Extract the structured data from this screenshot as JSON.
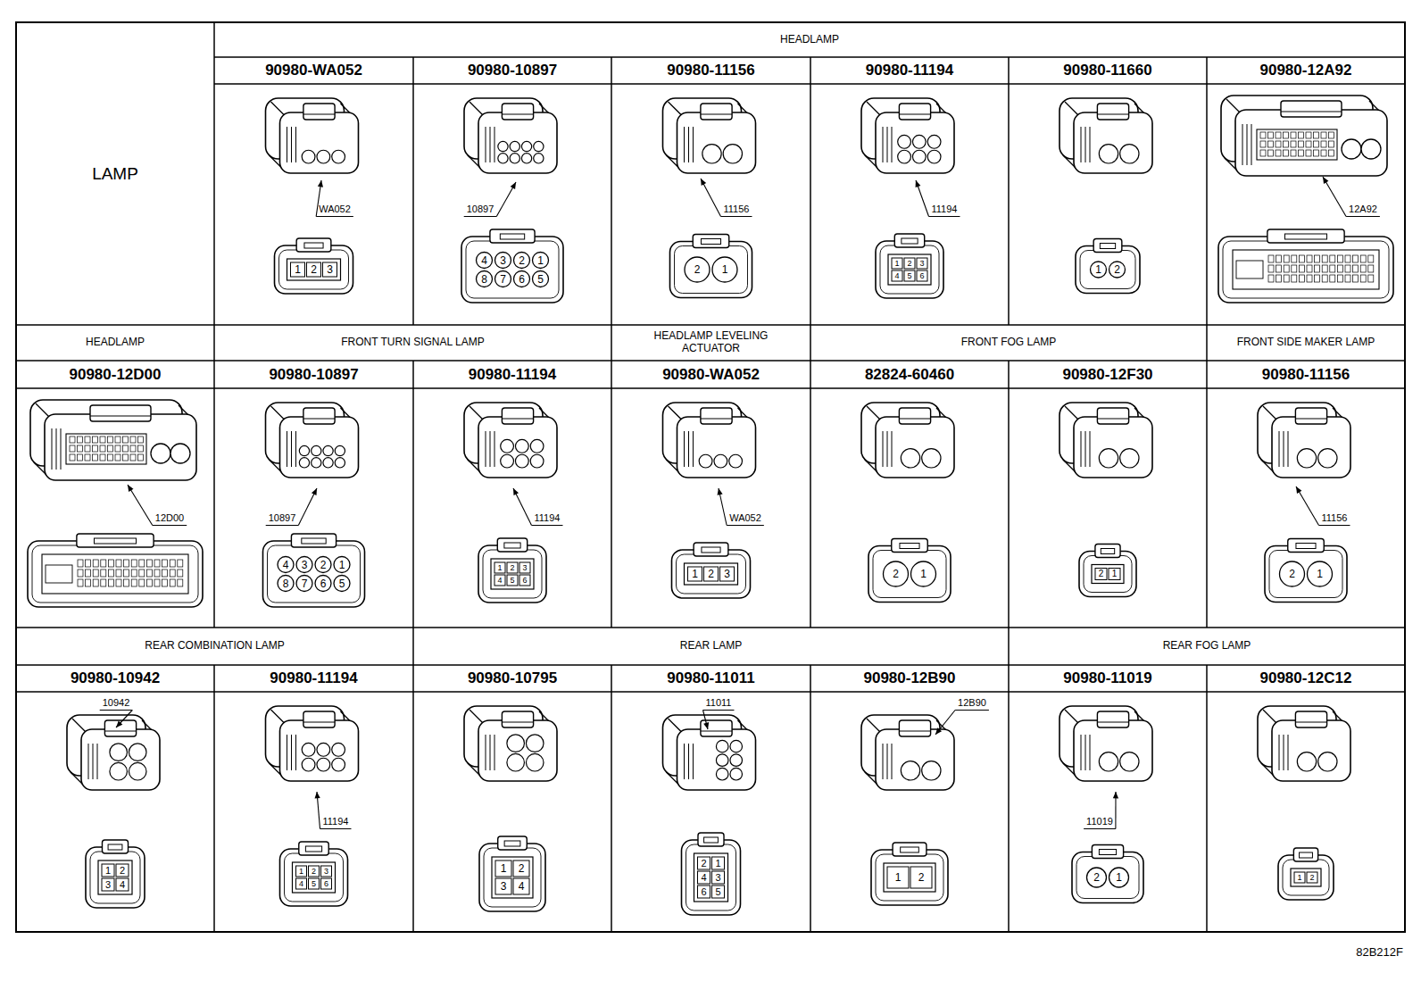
{
  "diagram": {
    "nodes": [
      {
        "text": [
          "LAMP"
        ]
      },
      {
        "text": [
          "HEADLAMP"
        ]
      },
      {
        "text": [
          "90980-WA052"
        ]
      },
      {
        "text": [
          "90980-10897"
        ]
      },
      {
        "text": [
          "90980-11156"
        ]
      },
      {
        "text": [
          "90980-11194"
        ]
      },
      {
        "text": [
          "90980-11660"
        ]
      },
      {
        "text": [
          "90980-12A92"
        ]
      },
      {
        "text": [
          "HEADLAMP"
        ]
      },
      {
        "text": [
          "FRONT TURN SIGNAL LAMP"
        ]
      },
      {
        "text": [
          "HEADLAMP LEVELING ACTUATOR"
        ]
      },
      {
        "text": [
          "FRONT FOG LAMP"
        ]
      },
      {
        "text": [
          "FRONT SIDE MAKER LAMP"
        ]
      },
      {
        "text": [
          "90980-12D00"
        ]
      },
      {
        "text": [
          "90980-10897"
        ]
      },
      {
        "text": [
          "90980-11194"
        ]
      },
      {
        "text": [
          "90980-WA052"
        ]
      },
      {
        "text": [
          "82824-60460"
        ]
      },
      {
        "text": [
          "90980-12F30"
        ]
      },
      {
        "text": [
          "90980-11156"
        ]
      },
      {
        "text": [
          "REAR COMBINATION LAMP"
        ]
      },
      {
        "text": [
          "REAR LAMP"
        ]
      },
      {
        "text": [
          "REAR FOG LAMP"
        ]
      },
      {
        "text": [
          "90980-10942"
        ]
      },
      {
        "text": [
          "90980-11194"
        ]
      },
      {
        "text": [
          "90980-10795"
        ]
      },
      {
        "text": [
          "90980-11011"
        ]
      },
      {
        "text": [
          "90980-12B90"
        ]
      },
      {
        "text": [
          "90980-11019"
        ]
      },
      {
        "text": [
          "90980-12C12"
        ]
      }
    ],
    "labels": [
      "WA052",
      "1",
      "2",
      "3",
      "10897",
      "4",
      "3",
      "2",
      "1",
      "8",
      "7",
      "6",
      "5",
      "11156",
      "2",
      "1",
      "11194",
      "1",
      "2",
      "3",
      "4",
      "5",
      "6",
      "1",
      "2",
      "12A92",
      "12D00",
      "10897",
      "4",
      "3",
      "2",
      "1",
      "8",
      "7",
      "6",
      "5",
      "11194",
      "1",
      "2",
      "3",
      "4",
      "5",
      "6",
      "WA052",
      "1",
      "2",
      "3",
      "2",
      "1",
      "2",
      "1",
      "11156",
      "2",
      "1",
      "10942",
      "1",
      "2",
      "3",
      "4",
      "11194",
      "1",
      "2",
      "3",
      "4",
      "5",
      "6",
      "1",
      "2",
      "3",
      "4",
      "11011",
      "2",
      "1",
      "4",
      "3",
      "6",
      "5",
      "12B90",
      "1",
      "2",
      "11019",
      "2",
      "1",
      "1",
      "2",
      "82B212F"
    ]
  }
}
